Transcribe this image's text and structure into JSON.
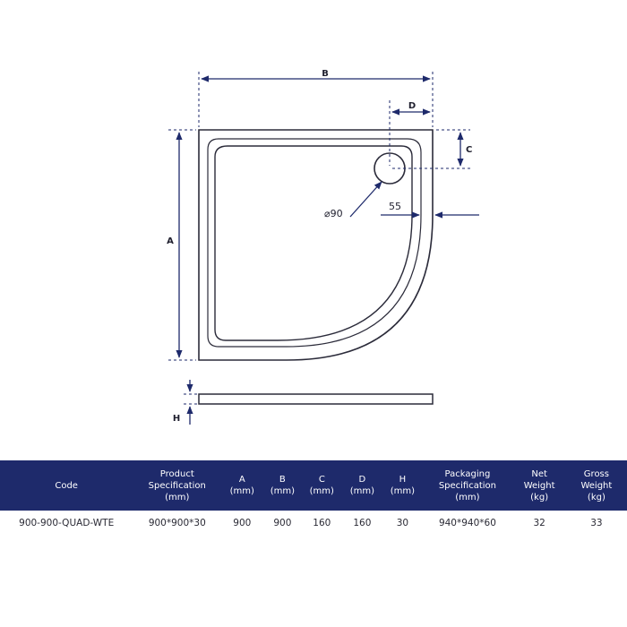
{
  "diagram": {
    "labels": {
      "b": "B",
      "d": "D",
      "c": "C",
      "a": "A",
      "h": "H",
      "waste_diameter": "⌀90",
      "rim_width": "55"
    },
    "colors": {
      "line": "#2b2b3a",
      "dimension": "#1e2a6b"
    }
  },
  "table": {
    "header_color": "#1e2a6b",
    "columns": [
      "Code",
      "Product\nSpecification\n(mm)",
      "A\n(mm)",
      "B\n(mm)",
      "C\n(mm)",
      "D\n(mm)",
      "H\n(mm)",
      "Packaging\nSpecification\n(mm)",
      "Net\nWeight\n(kg)",
      "Gross\nWeight\n(kg)"
    ],
    "rows": [
      [
        "900-900-QUAD-WTE",
        "900*900*30",
        "900",
        "900",
        "160",
        "160",
        "30",
        "940*940*60",
        "32",
        "33"
      ]
    ]
  }
}
